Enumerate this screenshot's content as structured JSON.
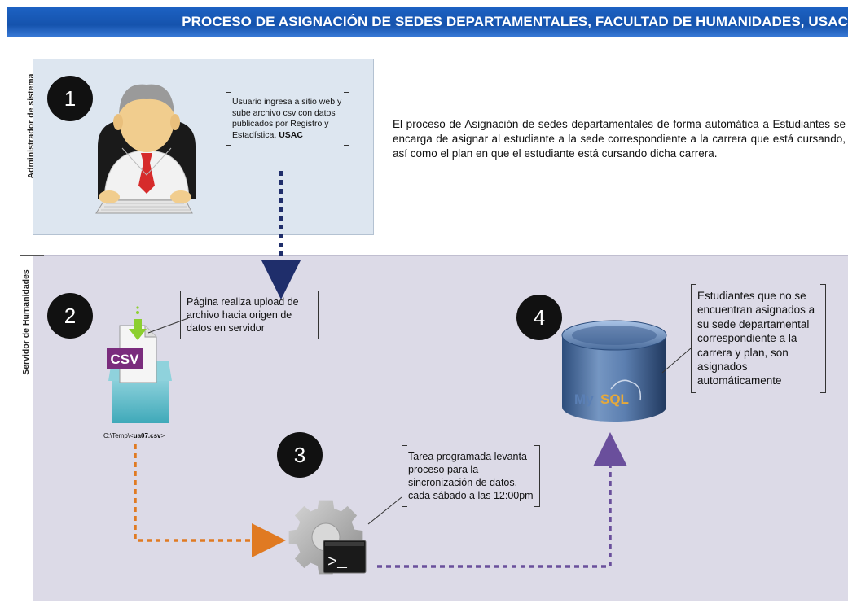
{
  "title": "PROCESO DE ASIGNACIÓN DE SEDES DEPARTAMENTALES, FACULTAD DE HUMANIDADES, USAC",
  "lanes": {
    "admin": "Administrador de sistema",
    "server": "Servidor de Humanidades"
  },
  "description": "El proceso de Asignación de sedes departamentales de forma automática a Estudiantes se encarga de asignar al estudiante a la sede correspondiente a la carrera que está cursando, así como el plan en que el estudiante está cursando dicha carrera.",
  "steps": [
    {
      "number": "1",
      "text": "Usuario ingresa a sitio web y sube archivo csv con datos publicados por Registro y Estadística, ",
      "bold": "USAC"
    },
    {
      "number": "2",
      "text": "Página realiza upload de archivo hacia origen de datos en servidor"
    },
    {
      "number": "3",
      "text": "Tarea programada levanta proceso para la sincronización de datos, cada sábado a las 12:00pm"
    },
    {
      "number": "4",
      "text": "Estudiantes que no se encuentran asignados a su sede departamental correspondiente a la carrera y plan, son asignados automáticamente"
    }
  ],
  "csv_icon": {
    "label": "CSV"
  },
  "file_path": {
    "prefix": "C:\\Temp\\<",
    "name": "ua07.csv",
    "suffix": ">"
  },
  "mysql": {
    "my": "My",
    "sql": "SQL"
  },
  "terminal_prompt": ">_",
  "colors": {
    "title_bg": "#1553ad",
    "zone_admin": "#dde6f0",
    "zone_server": "#dcdae7",
    "arrow_admin": "#1f2e6b",
    "arrow_csv": "#e07a22",
    "arrow_task": "#6a4f9c"
  }
}
